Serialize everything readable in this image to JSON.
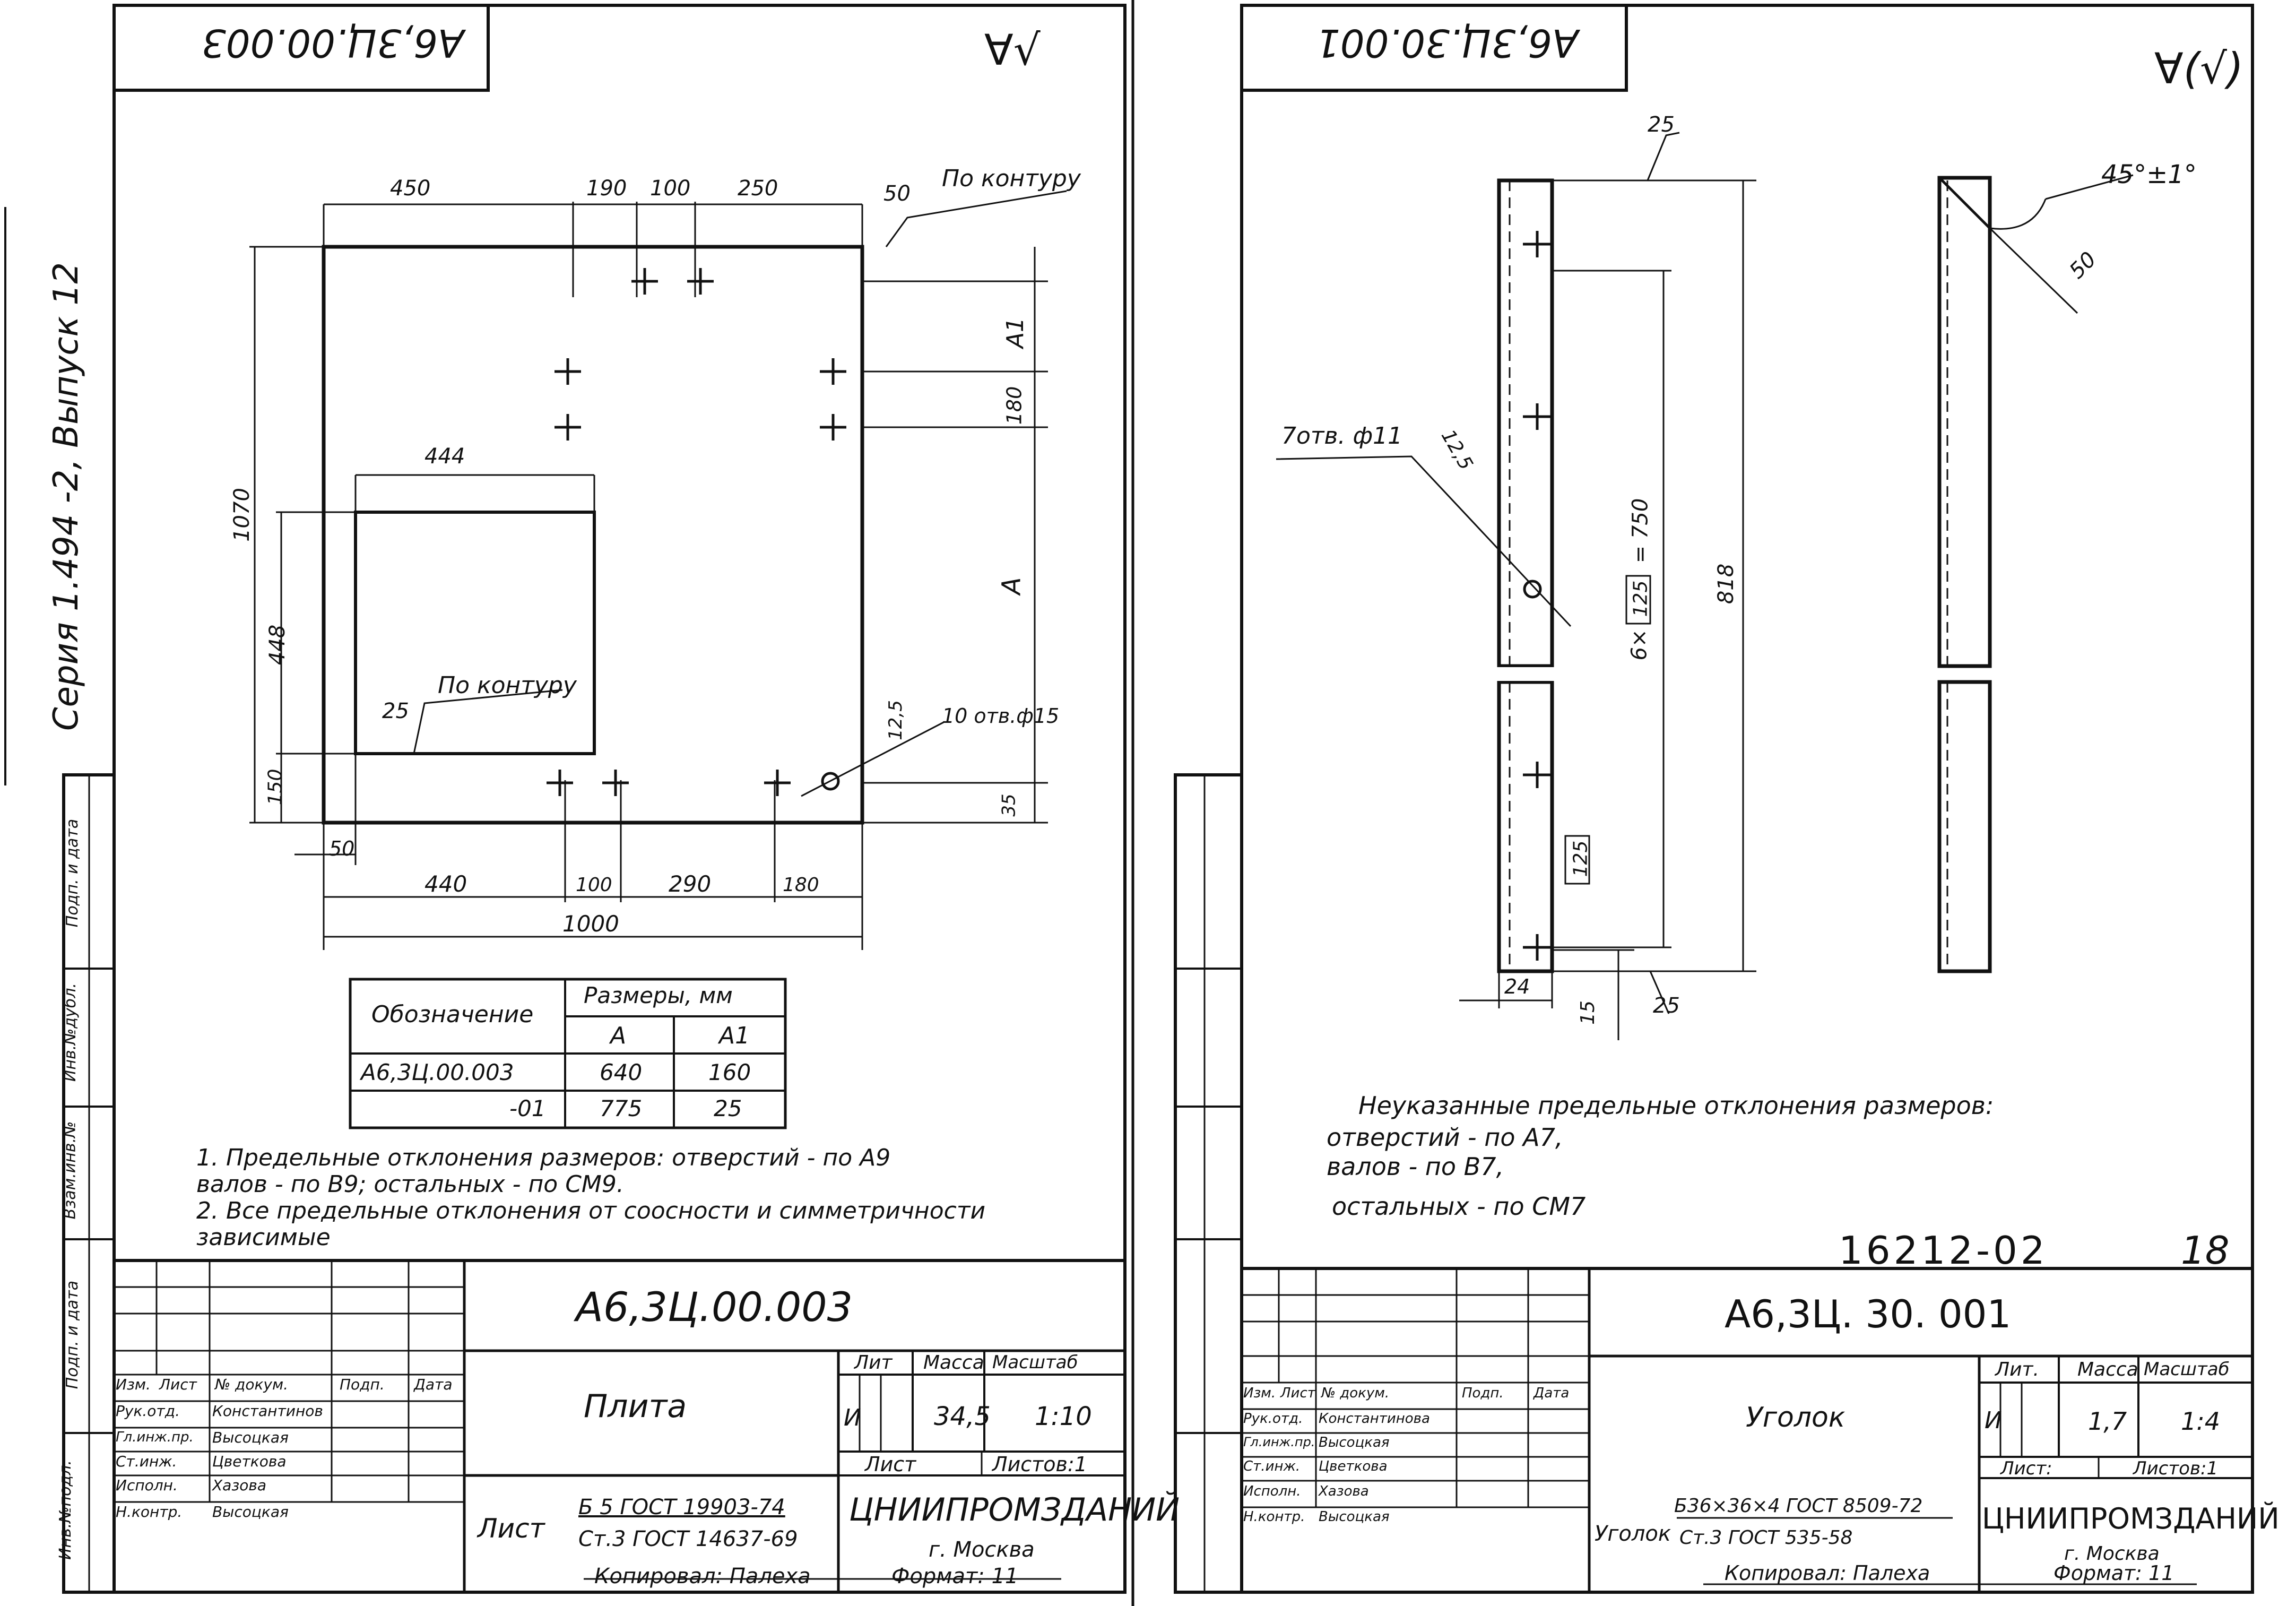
{
  "series_label": "Серия 1.494 -2, Выпуск 12",
  "vertical_stamp_labels": [
    "Инв.№подл.",
    "Подп. и дата",
    "Взам.инв.№",
    "Инв.№дубл.",
    "Подп. и дата"
  ],
  "sheet1": {
    "top_code": "А6,3Ц.00.003",
    "surface_mark": "∀√",
    "dims": {
      "d450": "450",
      "d190": "190",
      "d100": "100",
      "d250": "250",
      "d50top": "50",
      "contour_top": "По контуру",
      "d1070": "1070",
      "d444": "444",
      "d448": "448",
      "dA1": "A1",
      "d180": "180",
      "dA": "A",
      "d150": "150",
      "d25": "25",
      "contour_inner": "По контуру",
      "d12_5": "12,5",
      "holes": "10 отв.ф15",
      "d35": "35",
      "d50bot": "50",
      "d440": "440",
      "d100b": "100",
      "d290": "290",
      "d180b": "180",
      "d1000": "1000"
    },
    "table": {
      "col1": "Обозначение",
      "col_group": "Размеры, мм",
      "colA": "A",
      "colA1": "A1",
      "rows": [
        [
          "А6,3Ц.00.003",
          "640",
          "160"
        ],
        [
          "-01",
          "775",
          "25"
        ]
      ]
    },
    "notes": [
      "1. Предельные отклонения размеров: отверстий - по А9",
      "валов - по В9; остальных - по СМ9.",
      "2. Все предельные отклонения от соосности и симметричности",
      "зависимые"
    ],
    "title_block": {
      "code": "А6,3Ц.00.003",
      "name": "Плита",
      "lit_h": "Лит",
      "mass_h": "Масса",
      "scale_h": "Масштаб",
      "lit": "И",
      "mass": "34,5",
      "scale": "1:10",
      "sheet_h": "Лист",
      "sheets_h": "Листов:1",
      "material_prefix": "Лист",
      "material_top": "Б 5 ГОСТ 19903-74",
      "material_bot": "Ст.3 ГОСТ 14637-69",
      "org": "ЦНИИПРОМЗДАНИЙ",
      "city": "г. Москва",
      "header_row": [
        "Изм.",
        "Лист",
        "№ докум.",
        "Подп.",
        "Дата"
      ],
      "people": [
        [
          "Рук.отд.",
          "Константинов"
        ],
        [
          "Гл.инж.пр.",
          "Высоцкая"
        ],
        [
          "Ст.инж.",
          "Цветкова"
        ],
        [
          "Исполн.",
          "Хазова"
        ],
        [
          "Н.контр.",
          "Высоцкая"
        ]
      ],
      "copied": "Копировал: Палеха",
      "format": "Формат: 11"
    }
  },
  "sheet2": {
    "top_code": "А6,3Ц.30.001",
    "surface_mark": "∀(√)",
    "dims": {
      "d25top": "25",
      "d45": "45°±1°",
      "d50": "50",
      "holes": "7отв. ф11",
      "d12_5": "12,5",
      "d6x": "6×",
      "d125box": "125",
      "d750": "= 750",
      "d818": "818",
      "d125b": "125",
      "d24": "24",
      "d15": "15",
      "d25bot": "25"
    },
    "notes": [
      "Неуказанные предельные отклонения размеров:",
      "отверстий - по А7,",
      "валов - по В7,",
      "остальных - по СМ7"
    ],
    "archive_no": "16212-02",
    "page_no": "18",
    "title_block": {
      "code": "А6,3Ц. 30. 001",
      "name": "Уголок",
      "lit_h": "Лит.",
      "mass_h": "Масса",
      "scale_h": "Масштаб",
      "lit": "И",
      "mass": "1,7",
      "scale": "1:4",
      "sheet_h": "Лист:",
      "sheets_h": "Листов:1",
      "material_prefix": "Уголок",
      "material_top": "Б36×36×4 ГОСТ 8509-72",
      "material_bot": "Ст.3 ГОСТ 535-58",
      "org": "ЦНИИПРОМЗДАНИЙ",
      "city": "г. Москва",
      "header_row": [
        "Изм.",
        "Лист",
        "№ докум.",
        "Подп.",
        "Дата"
      ],
      "people": [
        [
          "Рук.отд.",
          "Константинова"
        ],
        [
          "Гл.инж.пр.",
          "Высоцкая"
        ],
        [
          "Ст.инж.",
          "Цветкова"
        ],
        [
          "Исполн.",
          "Хазова"
        ],
        [
          "Н.контр.",
          "Высоцкая"
        ]
      ],
      "copied": "Копировал: Палеха",
      "format": "Формат: 11"
    }
  }
}
